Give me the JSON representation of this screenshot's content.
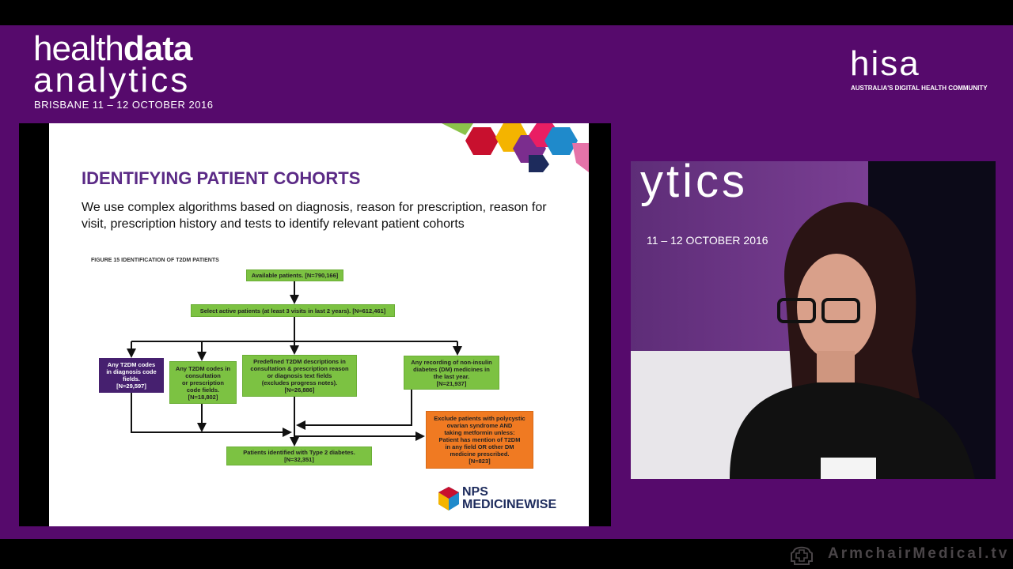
{
  "event_logo": {
    "line1_light": "health",
    "line1_bold": "data",
    "line2": "analytics",
    "date": "BRISBANE 11 – 12 OCTOBER 2016"
  },
  "sponsor_logo": {
    "name": "hisa",
    "tagline": "AUSTRALIA'S DIGITAL HEALTH COMMUNITY"
  },
  "slide": {
    "title": "IDENTIFYING PATIENT COHORTS",
    "body": "We use complex algorithms based on diagnosis, reason for prescription, reason for visit, prescription history and tests to identify relevant patient cohorts",
    "figure_caption": "FIGURE 15  IDENTIFICATION OF T2DM PATIENTS",
    "flowchart": {
      "available": "Available patients. [N=790,166]",
      "active": "Select active patients (at least 3 visits in last 2 years). [N=612,461]",
      "diag_codes": "Any T2DM codes\nin diagnosis code\nfields.\n[N=29,597]",
      "consult_codes": "Any T2DM codes in\nconsultation\nor prescription\ncode fields.\n[N=18,802]",
      "text_fields": "Predefined T2DM descriptions in\nconsultation & prescription reason\nor diagnosis text fields\n(excludes progress notes).\n[N=26,886]",
      "medicines": "Any recording of non-insulin\ndiabetes (DM) medicines in\nthe last year.\n[N=21,937]",
      "exclude": "Exclude patients with polycystic\novarian syndrome AND\ntaking metformin unless:\nPatient has mention of T2DM\nin any field OR other DM\nmedicine prescribed.\n[N=823]",
      "result": "Patients identified with Type 2 diabetes.\n[N=32,351]"
    },
    "footer_logo": {
      "line1": "NPS",
      "line2": "MEDICINEWISE"
    }
  },
  "video": {
    "backdrop_text": "ytics",
    "backdrop_date": "11 – 12 OCTOBER 2016"
  },
  "watermark": "ArmchairMedical.tv",
  "colors": {
    "background": "#560a6c",
    "title": "#5b2a86",
    "green": "#7cc242",
    "purple_box": "#46206f",
    "orange": "#f07a22"
  }
}
